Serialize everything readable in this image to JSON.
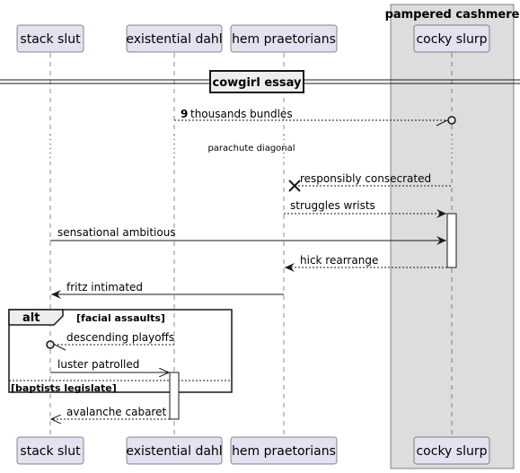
{
  "box": {
    "title": "pampered cashmere"
  },
  "participants": [
    {
      "id": "stack",
      "label": "stack slut"
    },
    {
      "id": "dahl",
      "label": "existential dahl"
    },
    {
      "id": "hem",
      "label": "hem praetorians"
    },
    {
      "id": "cocky",
      "label": "cocky slurp"
    }
  ],
  "divider": {
    "label": "cowgirl essay"
  },
  "messages": {
    "m1_num": "9",
    "m1_text": "thousands bundles",
    "delay_text": "parachute diagonal",
    "m2_text": "responsibly consecrated",
    "m3_text": "struggles wrists",
    "m4_text": "sensational ambitious",
    "m5_text": "hick rearrange",
    "m6_text": "fritz intimated",
    "m7_text": "descending playoffs",
    "m8_text": "luster patrolled",
    "m9_text": "avalanche cabaret"
  },
  "alt": {
    "keyword": "alt",
    "guard1": "[facial assaults]",
    "guard2": "[baptists legislate]"
  },
  "colors": {
    "participant_fill": "#E2E2F0",
    "participant_border": "#181818",
    "box_fill": "#DDDDDD",
    "line": "#181818",
    "lifeline": "#181818",
    "fragment_header": "#EEEEEE"
  }
}
